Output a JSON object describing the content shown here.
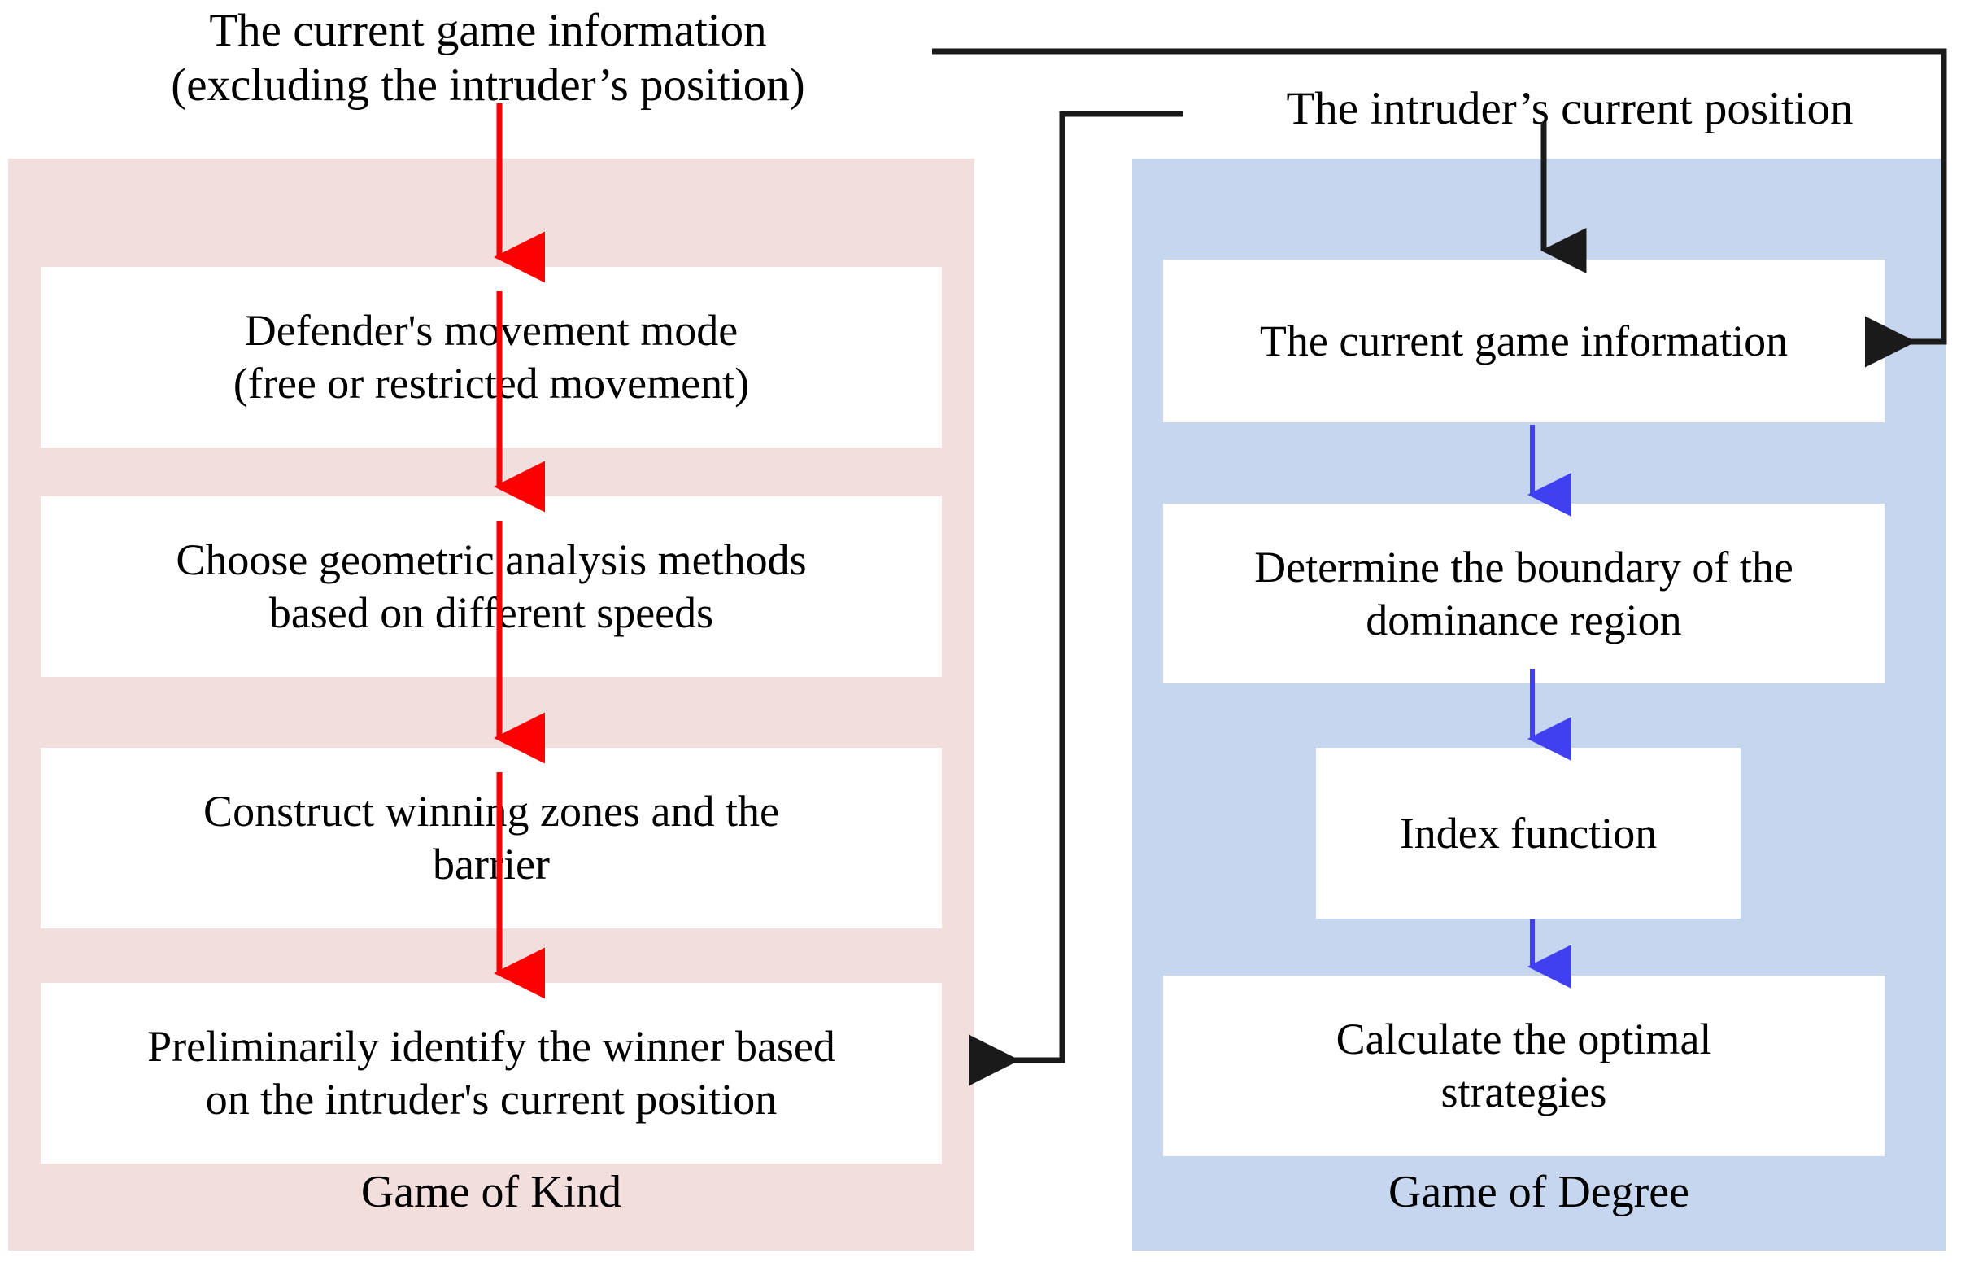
{
  "diagram": {
    "headers": [
      {
        "id": "current-game-info-excluding",
        "text": "The current game information\n(excluding the intruder’s position)"
      },
      {
        "id": "intruder-current-position",
        "text": "The intruder’s current position"
      }
    ],
    "panels": [
      {
        "id": "game-of-kind",
        "label": "Game of Kind",
        "color": "#f2dedd",
        "arrow_color": "#ff0000",
        "steps": [
          {
            "id": "defender-movement-mode",
            "text": "Defender's movement mode\n(free or restricted movement)"
          },
          {
            "id": "choose-geometric-analysis",
            "text": "Choose geometric analysis methods\nbased on different speeds"
          },
          {
            "id": "construct-winning-zones",
            "text": "Construct winning zones and the\nbarrier"
          },
          {
            "id": "preliminarily-identify-winner",
            "text": "Preliminarily identify the winner based\non the intruder's current position"
          }
        ]
      },
      {
        "id": "game-of-degree",
        "label": "Game of Degree",
        "color": "#c6d6ee",
        "arrow_color": "#4040f0",
        "steps": [
          {
            "id": "current-game-information",
            "text": "The current game information"
          },
          {
            "id": "determine-dominance-boundary",
            "text": "Determine the boundary of the\ndominance region"
          },
          {
            "id": "index-function",
            "text": "Index function"
          },
          {
            "id": "calculate-optimal-strategies",
            "text": "Calculate the optimal\nstrategies"
          }
        ]
      }
    ],
    "connectors": [
      {
        "id": "feedback-to-current-game-info",
        "from": "current-game-info-excluding",
        "to": "current-game-information",
        "color": "#1a1a1a"
      },
      {
        "id": "intruder-position-to-current-game-info",
        "from": "intruder-current-position",
        "to": "current-game-information",
        "color": "#1a1a1a"
      },
      {
        "id": "intruder-position-to-preliminary-winner",
        "from": "intruder-current-position",
        "to": "preliminarily-identify-winner",
        "color": "#1a1a1a"
      }
    ]
  }
}
